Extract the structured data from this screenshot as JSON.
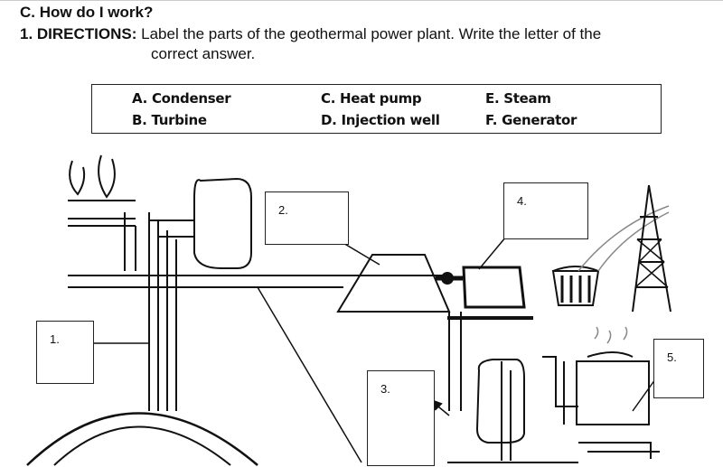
{
  "section_heading": "C. How do I work?",
  "directions": {
    "lead": "1. DIRECTIONS:",
    "text_line1": " Label the parts of the geothermal power plant. Write the letter of the",
    "text_line2": "correct answer."
  },
  "choices": [
    {
      "letter": "A.",
      "label": "Condenser"
    },
    {
      "letter": "B.",
      "label": "Turbine"
    },
    {
      "letter": "C.",
      "label": "Heat pump"
    },
    {
      "letter": "D.",
      "label": "Injection well"
    },
    {
      "letter": "E.",
      "label": "Steam"
    },
    {
      "letter": "F.",
      "label": "Generator"
    }
  ],
  "answer_boxes": [
    {
      "number": "1."
    },
    {
      "number": "2."
    },
    {
      "number": "3."
    },
    {
      "number": "4."
    },
    {
      "number": "5."
    }
  ],
  "colors": {
    "ink": "#111111",
    "background": "#ffffff"
  }
}
